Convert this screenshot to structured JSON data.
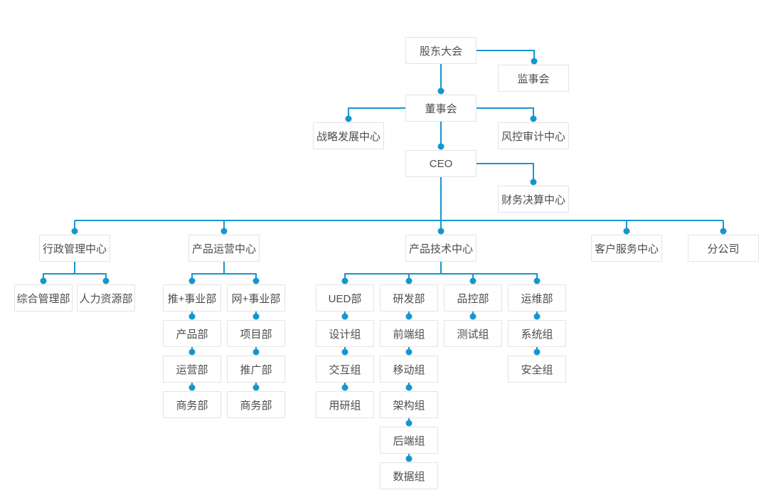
{
  "chart": {
    "type": "org-chart",
    "colors": {
      "line": "#1596ce",
      "dot": "#1596ce",
      "node_border": "#e3e3e3",
      "node_background": "#ffffff",
      "text": "#4d4d4d",
      "page_background": "#ffffff"
    },
    "nodes": [
      {
        "id": "shareholders-meeting",
        "label": "股东大会",
        "parent": null
      },
      {
        "id": "supervisory-board",
        "label": "监事会",
        "parent": "股东大会"
      },
      {
        "id": "board-of-directors",
        "label": "董事会",
        "parent": "股东大会"
      },
      {
        "id": "strategy-dev-center",
        "label": "战略发展中心",
        "parent": "董事会"
      },
      {
        "id": "risk-audit-center",
        "label": "风控审计中心",
        "parent": "董事会"
      },
      {
        "id": "ceo",
        "label": "CEO",
        "parent": "董事会"
      },
      {
        "id": "finance-settle-center",
        "label": "财务决算中心",
        "parent": "CEO"
      },
      {
        "id": "admin-mgmt-center",
        "label": "行政管理中心",
        "parent": "CEO"
      },
      {
        "id": "product-ops-center",
        "label": "产品运营中心",
        "parent": "CEO"
      },
      {
        "id": "product-tech-center",
        "label": "产品技术中心",
        "parent": "CEO"
      },
      {
        "id": "customer-service-center",
        "label": "客户服务中心",
        "parent": "CEO"
      },
      {
        "id": "branch-company",
        "label": "分公司",
        "parent": "CEO"
      },
      {
        "id": "general-mgmt-dept",
        "label": "综合管理部",
        "parent": "行政管理中心"
      },
      {
        "id": "hr-dept",
        "label": "人力资源部",
        "parent": "行政管理中心"
      },
      {
        "id": "tui-business-dept",
        "label": "推+事业部",
        "parent": "产品运营中心"
      },
      {
        "id": "wang-business-dept",
        "label": "网+事业部",
        "parent": "产品运营中心"
      },
      {
        "id": "product-dept",
        "label": "产品部",
        "parent": "推+事业部"
      },
      {
        "id": "operation-dept",
        "label": "运营部",
        "parent": "产品部"
      },
      {
        "id": "business-dept-tui",
        "label": "商务部",
        "parent": "运营部"
      },
      {
        "id": "project-dept",
        "label": "项目部",
        "parent": "网+事业部"
      },
      {
        "id": "promotion-dept",
        "label": "推广部",
        "parent": "项目部"
      },
      {
        "id": "business-dept-wang",
        "label": "商务部",
        "parent": "推广部"
      },
      {
        "id": "ued-dept",
        "label": "UED部",
        "parent": "产品技术中心"
      },
      {
        "id": "rd-dept",
        "label": "研发部",
        "parent": "产品技术中心"
      },
      {
        "id": "qc-dept",
        "label": "品控部",
        "parent": "产品技术中心"
      },
      {
        "id": "ops-dept",
        "label": "运维部",
        "parent": "产品技术中心"
      },
      {
        "id": "design-team",
        "label": "设计组",
        "parent": "UED部"
      },
      {
        "id": "interaction-team",
        "label": "交互组",
        "parent": "设计组"
      },
      {
        "id": "user-research-team",
        "label": "用研组",
        "parent": "交互组"
      },
      {
        "id": "frontend-team",
        "label": "前端组",
        "parent": "研发部"
      },
      {
        "id": "mobile-team",
        "label": "移动组",
        "parent": "前端组"
      },
      {
        "id": "architecture-team",
        "label": "架构组",
        "parent": "移动组"
      },
      {
        "id": "backend-team",
        "label": "后端组",
        "parent": "架构组"
      },
      {
        "id": "data-team",
        "label": "数据组",
        "parent": "后端组"
      },
      {
        "id": "test-team",
        "label": "测试组",
        "parent": "品控部"
      },
      {
        "id": "system-team",
        "label": "系统组",
        "parent": "运维部"
      },
      {
        "id": "security-team",
        "label": "安全组",
        "parent": "系统组"
      }
    ]
  }
}
